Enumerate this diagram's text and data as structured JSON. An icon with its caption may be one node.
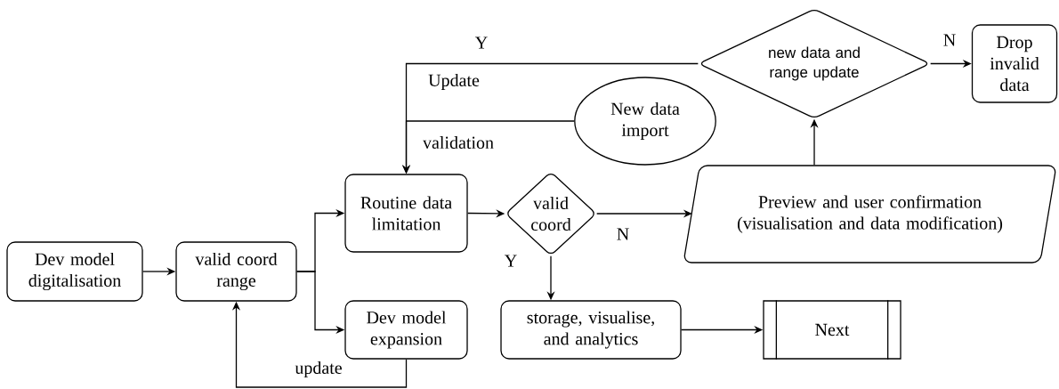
{
  "diagram": {
    "nodes": [
      {
        "text": [
          "Dev model digitalisation"
        ]
      },
      {
        "text": [
          "valid coord range"
        ]
      },
      {
        "text": [
          "Routine data limitation"
        ]
      },
      {
        "text": [
          "valid coord"
        ]
      },
      {
        "text": [
          "Dev model expansion"
        ]
      },
      {
        "text": [
          "storage, visualise, and analytics"
        ]
      },
      {
        "text": [
          "Next"
        ]
      },
      {
        "text": [
          "Preview and user confirmation (visualisation and data modification)"
        ]
      },
      {
        "text": [
          "new data and range update"
        ]
      },
      {
        "text": [
          "Drop invalid data"
        ]
      },
      {
        "text": [
          "New data import"
        ]
      }
    ],
    "edges": [
      {
        "from": 0,
        "to": 1,
        "arrow": "to"
      },
      {
        "from": 1,
        "to": 2,
        "arrow": "to"
      },
      {
        "from": 1,
        "to": 4,
        "arrow": "to"
      },
      {
        "from": 4,
        "to": 1,
        "arrow": "to",
        "label": "update"
      },
      {
        "from": 2,
        "to": 3,
        "arrow": "to"
      },
      {
        "from": 3,
        "to": 7,
        "arrow": "to",
        "label": "N"
      },
      {
        "from": 3,
        "to": 5,
        "arrow": "to",
        "label": "Y"
      },
      {
        "from": 5,
        "to": 6,
        "arrow": "to"
      },
      {
        "from": 7,
        "to": 8,
        "arrow": "to"
      },
      {
        "from": 8,
        "to": 9,
        "arrow": "to",
        "label": "N"
      },
      {
        "from": 8,
        "to": 2,
        "arrow": "to",
        "label": "Y"
      },
      {
        "from": 10,
        "to": 2,
        "arrow": "to",
        "label": "validation"
      }
    ],
    "labels": [
      "Update"
    ]
  }
}
